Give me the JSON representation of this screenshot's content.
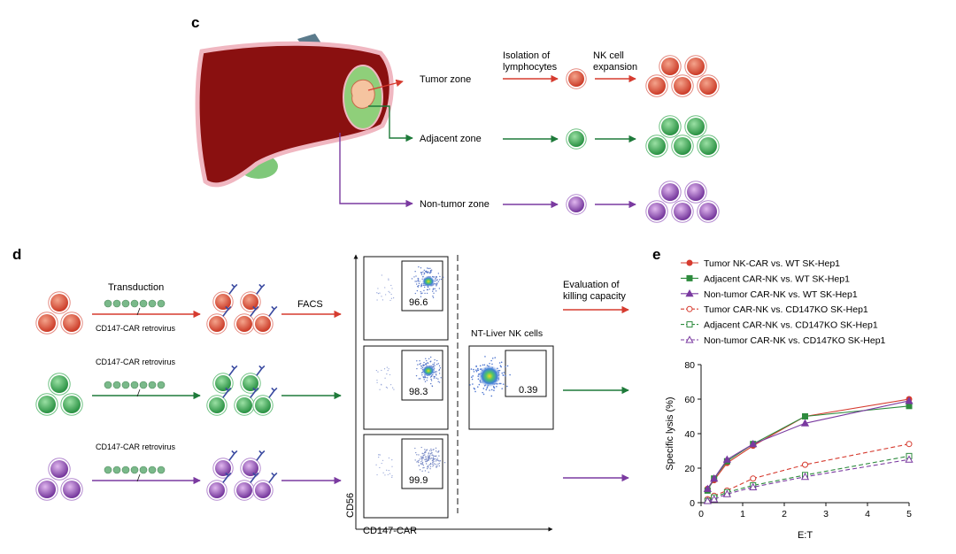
{
  "panels": {
    "c": {
      "letter": "c",
      "header_isolation": "Isolation of\nlymphocytes",
      "header_expansion": "NK cell\nexpansion",
      "zones": [
        "Tumor zone",
        "Adjacent zone",
        "Non-tumor zone"
      ]
    },
    "d": {
      "letter": "d",
      "transduction": "Transduction",
      "retrovirus_label": "CD147-CAR retrovirus",
      "facs": "FACS",
      "evaluation": "Evaluation of\nkilling capacity",
      "nt_liver": "NT-Liver NK cells",
      "facs_values": [
        "96.6",
        "98.3",
        "99.9"
      ],
      "nt_value": "0.39",
      "y_axis": "CD56",
      "x_axis": "CD147-CAR"
    },
    "e": {
      "letter": "e"
    }
  },
  "colors": {
    "tumor": "#d63b2f",
    "adjacent": "#2e8b3e",
    "nontumor": "#7a3aa0",
    "liver": "#8a1010",
    "liver_outline": "#f0b7c1",
    "tumor_ring": "#8fcf7a",
    "tumor_core": "#f5c4a0"
  },
  "chart_data": {
    "type": "line",
    "title": "",
    "xlabel": "E:T",
    "ylabel": "Specific lysis (%)",
    "xlim": [
      0,
      5
    ],
    "ylim": [
      0,
      80
    ],
    "xticks": [
      0,
      1,
      2,
      3,
      4,
      5
    ],
    "yticks": [
      0,
      20,
      40,
      60,
      80
    ],
    "legend_position": "top",
    "x": [
      0.156,
      0.3125,
      0.625,
      1.25,
      2.5,
      5
    ],
    "series": [
      {
        "name": "Tumor NK-CAR vs.  WT SK-Hep1",
        "color": "#d63b2f",
        "marker": "circle",
        "filled": true,
        "dashed": false,
        "values": [
          8,
          13,
          23,
          33,
          50,
          60
        ]
      },
      {
        "name": "Adjacent CAR-NK vs. WT SK-Hep1",
        "color": "#2e8b3e",
        "marker": "square",
        "filled": true,
        "dashed": false,
        "values": [
          7,
          14,
          24,
          34,
          50,
          56
        ]
      },
      {
        "name": "Non-tumor CAR-NK vs. WT SK-Hep1",
        "color": "#7a3aa0",
        "marker": "triangle",
        "filled": true,
        "dashed": false,
        "values": [
          8,
          14,
          25,
          34,
          46,
          59
        ]
      },
      {
        "name": "Tumor CAR-NK vs. CD147KO SK-Hep1",
        "color": "#d63b2f",
        "marker": "circle",
        "filled": false,
        "dashed": true,
        "values": [
          2,
          4,
          7,
          14,
          22,
          34
        ]
      },
      {
        "name": "Adjacent CAR-NK vs. CD147KO SK-Hep1",
        "color": "#2e8b3e",
        "marker": "square",
        "filled": false,
        "dashed": true,
        "values": [
          1,
          3,
          6,
          10,
          16,
          27
        ]
      },
      {
        "name": "Non-tumor CAR-NK vs. CD147KO SK-Hep1",
        "color": "#7a3aa0",
        "marker": "triangle",
        "filled": false,
        "dashed": true,
        "values": [
          1,
          2,
          5,
          9,
          15,
          25
        ]
      }
    ]
  }
}
